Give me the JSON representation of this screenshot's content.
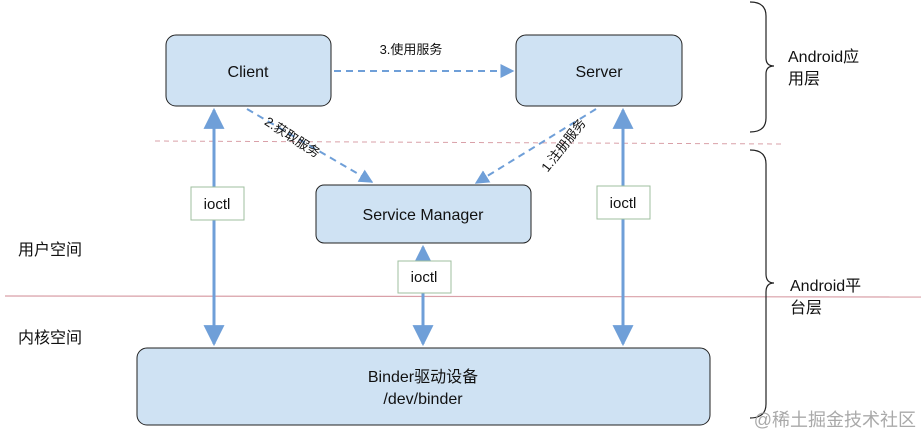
{
  "nodes": {
    "client": "Client",
    "server": "Server",
    "service_manager": "Service Manager",
    "binder_line1": "Binder驱动设备",
    "binder_line2": "/dev/binder"
  },
  "edges": {
    "use_service": "3.使用服务",
    "get_service": "2.获取服务",
    "register_service": "1.注册服务",
    "ioctl_client": "ioctl",
    "ioctl_service_manager": "ioctl",
    "ioctl_server": "ioctl"
  },
  "layers": {
    "app_layer_line1": "Android应",
    "app_layer_line2": "用层",
    "platform_layer_line1": "Android平",
    "platform_layer_line2": "台层",
    "user_space": "用户空间",
    "kernel_space": "内核空间"
  },
  "watermark": "@稀土掘金技术社区",
  "colors": {
    "box_fill": "#cfe2f3",
    "box_stroke": "#222222",
    "arrow": "#6f9fd8",
    "boundary_line": "#d9a0a8"
  }
}
